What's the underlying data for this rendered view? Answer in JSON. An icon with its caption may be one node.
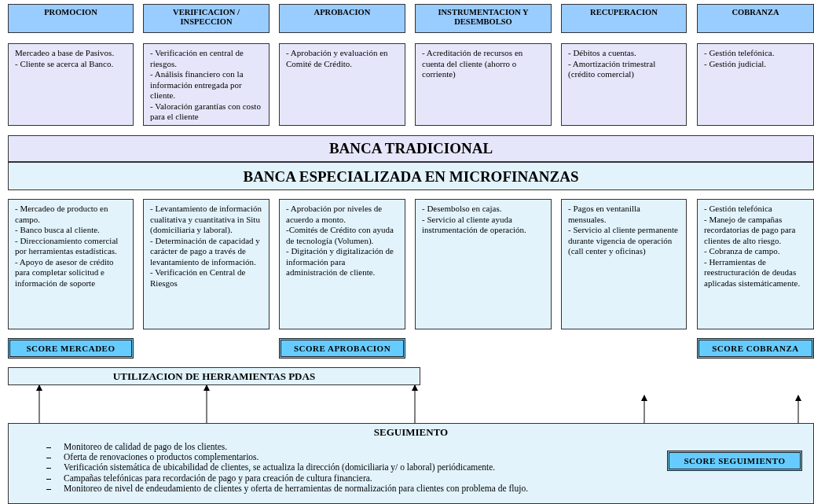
{
  "diagram": {
    "nodes": [
      {
        "text": [
          "PROMOCION"
        ]
      },
      {
        "text": [
          "VERIFICACION / INSPECCION"
        ]
      },
      {
        "text": [
          "APROBACION"
        ]
      },
      {
        "text": [
          "INSTRUMENTACION Y DESEMBOLSO"
        ]
      },
      {
        "text": [
          "RECUPERACION"
        ]
      },
      {
        "text": [
          "COBRANZA"
        ]
      },
      {
        "text": [
          "Mercadeo a base de Pasivos.",
          "- Cliente se acerca al Banco."
        ]
      },
      {
        "text": [
          "- Verificación en central de riesgos.",
          "- Análisis financiero con la información entregada por cliente.",
          "- Valoración garantías con costo para el cliente"
        ]
      },
      {
        "text": [
          "- Aprobación y evaluación en Comité de Crédito."
        ]
      },
      {
        "text": [
          "- Acreditación de recursos en cuenta del cliente (ahorro o corriente)"
        ]
      },
      {
        "text": [
          "- Débitos a cuentas.",
          "- Amortización trimestral (crédito comercial)"
        ]
      },
      {
        "text": [
          "- Gestión telefónica.",
          "- Gestión judicial."
        ]
      },
      {
        "text": [
          "BANCA TRADICIONAL"
        ]
      },
      {
        "text": [
          "BANCA ESPECIALIZADA EN MICROFINANZAS"
        ]
      },
      {
        "text": [
          "- Mercadeo de producto en campo.",
          "- Banco busca al cliente.",
          "- Direccionamiento comercial por herramientas estadísticas.",
          "- Apoyo de asesor de crédito para completar solicitud e información de soporte"
        ]
      },
      {
        "text": [
          "- Levantamiento de información cualitativa y cuantitativa in Situ (domiciliaria y laboral).",
          "- Determinación de capacidad y carácter de pago a través de levantamiento de información.",
          "- Verificación en Central de Riesgos"
        ]
      },
      {
        "text": [
          "- Aprobación por niveles de acuerdo a monto.",
          "-Comités de Crédito con ayuda de tecnología (Volumen).",
          "- Digitación y digitalización de información para administración de cliente."
        ]
      },
      {
        "text": [
          "- Desembolso en cajas.",
          "- Servicio al cliente ayuda instrumentación de operación."
        ]
      },
      {
        "text": [
          "- Pagos en ventanilla mensuales.",
          "- Servicio al cliente permanente durante vigencia de operación (call center y oficinas)"
        ]
      },
      {
        "text": [
          "- Gestión telefónica",
          "- Manejo de campañas recordatorias de pago para clientes de alto riesgo.",
          "- Cobranza de campo.",
          "- Herramientas de reestructuración de deudas aplicadas sistemáticamente."
        ]
      },
      {
        "text": [
          "SCORE MERCADEO"
        ]
      },
      {
        "text": [
          "SCORE APROBACION"
        ]
      },
      {
        "text": [
          "SCORE COBRANZA"
        ]
      },
      {
        "text": [
          "UTILIZACION DE HERRAMIENTAS PDAS"
        ]
      },
      {
        "text": [
          "SEGUIMIENTO",
          "Monitoreo de calidad de pago de los clientes.",
          "Oferta de renovaciones o productos complementarios.",
          "Verificación sistemática de ubicabilidad de clientes, se actualiza la dirección (domiciliaria y/ o laboral) periódicamente.",
          "Campañas telefónicas para recordación de pago y para creación de cultura financiera.",
          "Monitoreo de nivel de endeudamiento de clientes y oferta de herramientas de normalización para clientes con problema de flujo."
        ]
      },
      {
        "text": [
          "SCORE SEGUIMIENTO"
        ],
        "in": 24
      }
    ],
    "edges": [
      {
        "from": 24,
        "to": 23,
        "arrow": "to"
      },
      {
        "from": 24,
        "to": 23,
        "arrow": "to"
      },
      {
        "from": 24,
        "to": 23,
        "arrow": "to"
      },
      {
        "from": 24,
        "to": null,
        "arrow": "to"
      },
      {
        "from": 24,
        "to": null,
        "arrow": "to"
      }
    ]
  }
}
